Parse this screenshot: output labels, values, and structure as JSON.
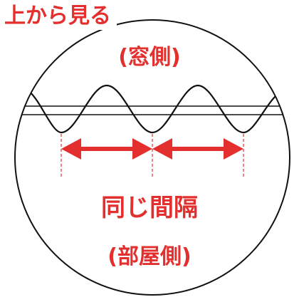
{
  "title": "上から見る",
  "labels": {
    "window_side": "(窓側)",
    "equal_spacing": "同じ間隔",
    "room_side": "(部屋側)"
  },
  "colors": {
    "accent": "#e3302f",
    "line": "#111111",
    "background": "#ffffff"
  },
  "icons": {
    "arrow": "double-headed-arrow-icon"
  }
}
